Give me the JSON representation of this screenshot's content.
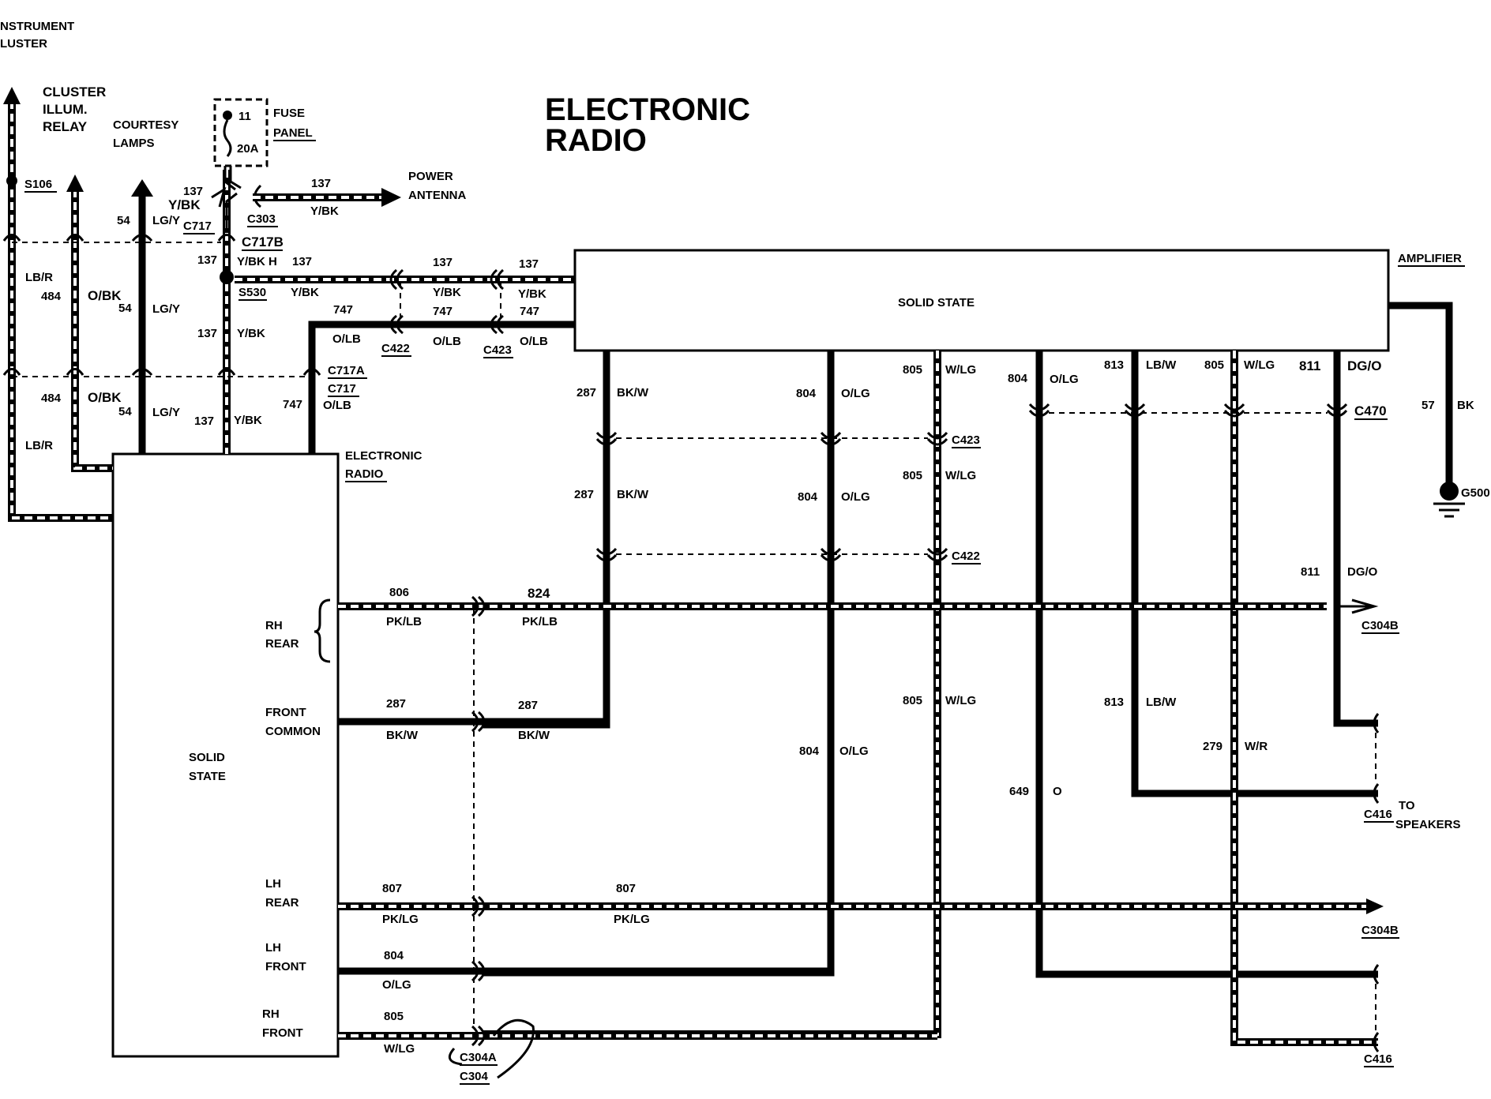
{
  "title": {
    "line1": "ELECTRONIC",
    "line2": "RADIO"
  },
  "top_left": {
    "line1": "NSTRUMENT",
    "line2": "LUSTER"
  },
  "feeds": {
    "cluster_relay": [
      "CLUSTER",
      "ILLUM.",
      "RELAY"
    ],
    "courtesy_lamps": [
      "COURTESY",
      "LAMPS"
    ],
    "fuse_panel": [
      "FUSE",
      "PANEL"
    ],
    "power_antenna": [
      "POWER",
      "ANTENNA"
    ],
    "fuse_num": "11",
    "fuse_amp": "20A"
  },
  "components": {
    "radio_label": [
      "ELECTRONIC",
      "RADIO"
    ],
    "radio_state": [
      "SOLID",
      "STATE"
    ],
    "amp_label": "AMPLIFIER",
    "amp_state": "SOLID STATE",
    "ground": "G500",
    "speakers": [
      "TO",
      "SPEAKERS"
    ]
  },
  "radio_ports": {
    "rh_rear": [
      "RH",
      "REAR"
    ],
    "front_common": [
      "FRONT",
      "COMMON"
    ],
    "lh_rear": [
      "LH",
      "REAR"
    ],
    "lh_front": [
      "LH",
      "FRONT"
    ],
    "rh_front": [
      "RH",
      "FRONT"
    ]
  },
  "connectors": {
    "s106": "S106",
    "c717": "C717",
    "c303": "C303",
    "c717b": "C717B",
    "s530": "S530",
    "c422": "C422",
    "c423": "C423",
    "c717a": "C717A",
    "c717b2": "C717",
    "c470": "C470",
    "c423b": "C423",
    "c422b": "C422",
    "c304b": "C304B",
    "c304b2": "C304B",
    "c416": "C416",
    "c416b": "C416",
    "c304a": "C304A",
    "c304": "C304"
  },
  "wires": {
    "w137a": "137",
    "ybk_a": "Y/BK",
    "w137b": "137",
    "ybk_b": "Y/BK",
    "w54a": "54",
    "lgy_a": "LG/Y",
    "w137c": "137",
    "ybk_h": "Y/BK H",
    "w137d": "137",
    "ybk_d": "Y/BK",
    "w137e": "137",
    "ybk_e": "Y/BK",
    "w137f": "137",
    "ybk_f": "Y/BK",
    "w747a": "747",
    "olb_a": "O/LB",
    "w747b": "747",
    "olb_b": "O/LB",
    "w747c": "747",
    "olb_c": "O/LB",
    "lbr_a": "LB/R",
    "w484a": "484",
    "obk_a": "O/BK",
    "w54b": "54",
    "lgy_b": "LG/Y",
    "w137g": "137",
    "ybk_g": "Y/BK",
    "w484b": "484",
    "obk_b": "O/BK",
    "w54c": "54",
    "lgy_c": "LG/Y",
    "w137h": "137",
    "ybk_h2": "Y/BK",
    "w747d": "747",
    "olb_d": "O/LB",
    "lbr_b": "LB/R",
    "w287a": "287",
    "bkw_a": "BK/W",
    "w804a": "804",
    "olg_a": "O/LG",
    "w805a": "805",
    "wlg_a": "W/LG",
    "w804b": "804",
    "olg_b": "O/LG",
    "w813a": "813",
    "lbw_a": "LB/W",
    "w805b": "805",
    "wlg_b": "W/LG",
    "w811a": "811",
    "dgo_a": "DG/O",
    "w57": "57",
    "bk57": "BK",
    "w287b": "287",
    "bkw_b": "BK/W",
    "w804c": "804",
    "olg_c": "O/LG",
    "w805c": "805",
    "wlg_c": "W/LG",
    "w806": "806",
    "pklb_a": "PK/LB",
    "w824": "824",
    "pklb_b": "PK/LB",
    "w811b": "811",
    "dgo_b": "DG/O",
    "w287c": "287",
    "bkw_c": "BK/W",
    "w287d": "287",
    "bkw_d": "BK/W",
    "w805d": "805",
    "wlg_d": "W/LG",
    "w813b": "813",
    "lbw_b": "LB/W",
    "w279": "279",
    "wr": "W/R",
    "w804d": "804",
    "olg_d": "O/LG",
    "w649": "649",
    "o649": "O",
    "w807a": "807",
    "pklg_a": "PK/LG",
    "w807b": "807",
    "pklg_b": "PK/LG",
    "w804e": "804",
    "olg_e": "O/LG",
    "w805e": "805",
    "wlg_e": "W/LG"
  }
}
